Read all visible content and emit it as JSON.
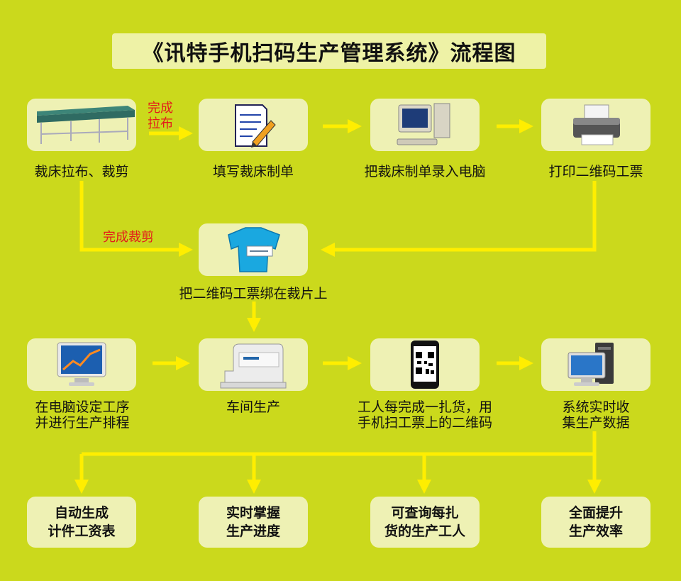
{
  "title": "《讯特手机扫码生产管理系统》流程图",
  "colors": {
    "background": "#cbd91c",
    "box": "#eef1b4",
    "arrow": "#ffee00",
    "note": "#e31b1b"
  },
  "row1": [
    {
      "label": "裁床拉布、裁剪",
      "icon": "cutting-table-icon"
    },
    {
      "label": "填写裁床制单",
      "icon": "form-pencil-icon"
    },
    {
      "label": "把裁床制单录入电脑",
      "icon": "desktop-computer-icon"
    },
    {
      "label": "打印二维码工票",
      "icon": "printer-icon"
    }
  ],
  "notes": {
    "complete_spread_1": "完成",
    "complete_spread_2": "拉布",
    "complete_cut": "完成裁剪"
  },
  "center": {
    "label": "把二维码工票绑在裁片上",
    "icon": "cut-fabric-icon"
  },
  "row2": [
    {
      "label_1": "在电脑设定工序",
      "label_2": "并进行生产排程",
      "icon": "monitor-chart-icon"
    },
    {
      "label_1": "车间生产",
      "label_2": "",
      "icon": "sewing-machine-icon"
    },
    {
      "label_1": "工人每完成一扎货，用",
      "label_2": "手机扫工票上的二维码",
      "icon": "phone-qr-icon"
    },
    {
      "label_1": "系统实时收",
      "label_2": "集生产数据",
      "icon": "server-computer-icon"
    }
  ],
  "results": [
    {
      "line_1": "自动生成",
      "line_2": "计件工资表"
    },
    {
      "line_1": "实时掌握",
      "line_2": "生产进度"
    },
    {
      "line_1": "可查询每扎",
      "line_2": "货的生产工人"
    },
    {
      "line_1": "全面提升",
      "line_2": "生产效率"
    }
  ]
}
